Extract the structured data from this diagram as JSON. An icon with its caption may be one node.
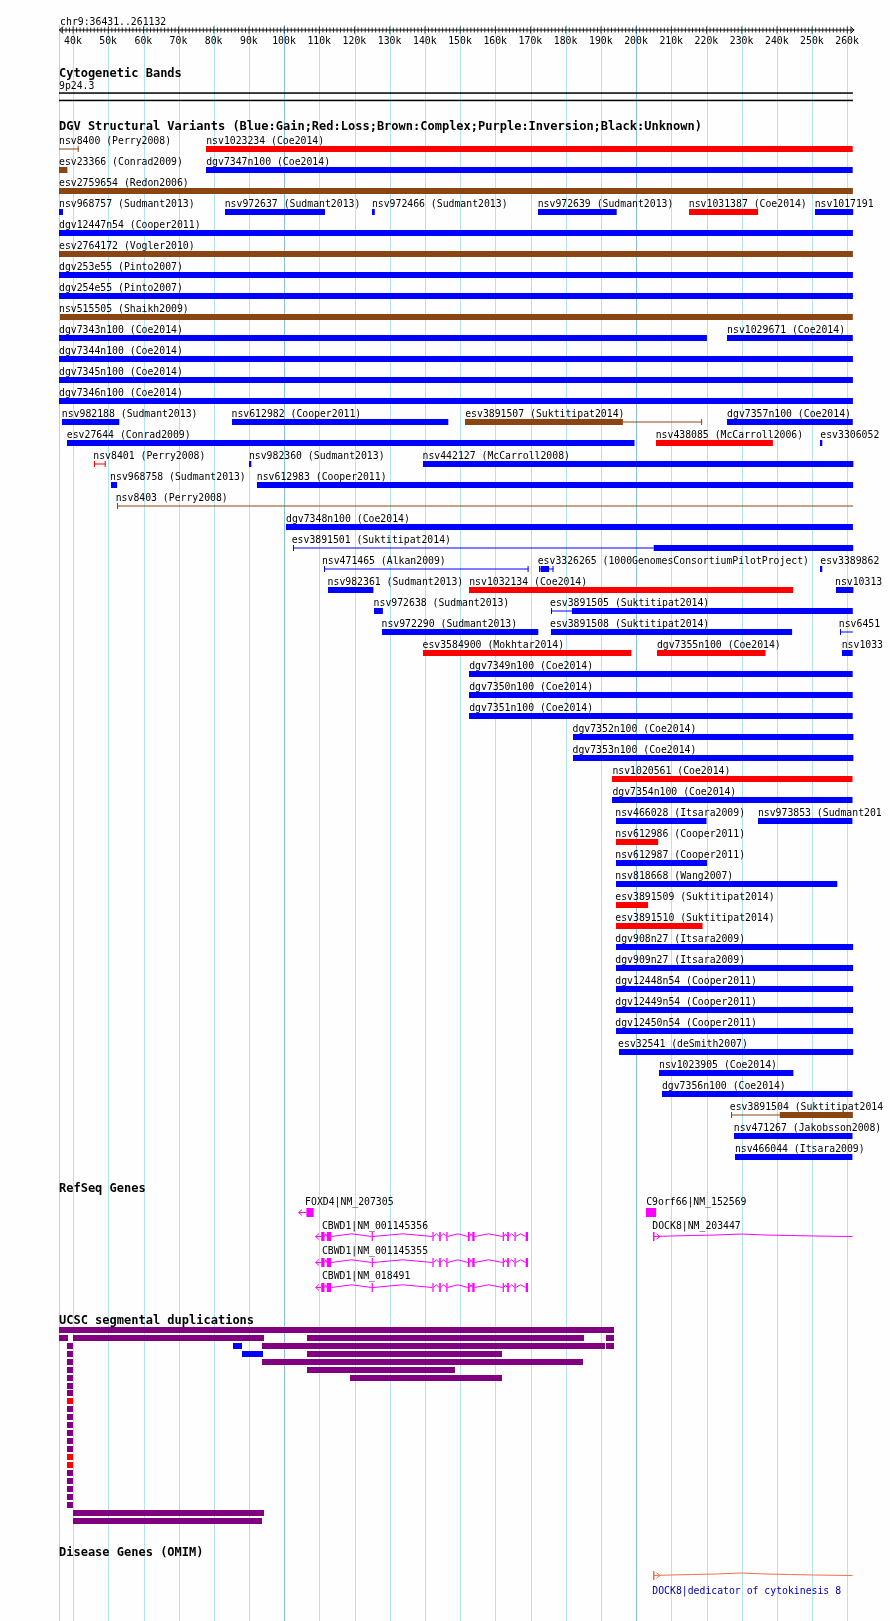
{
  "diagram": {
    "nodes": [
      {
        "text": [
          "9p24.3"
        ]
      },
      {
        "text": [
          "nsv8400 (Perry2008)"
        ]
      },
      {
        "text": [
          "nsv1023234 (Coe2014)"
        ]
      },
      {
        "text": [
          "esv23366 (Conrad2009)"
        ]
      },
      {
        "text": [
          "dgv7347n100 (Coe2014)"
        ]
      },
      {
        "text": [
          "esv2759654 (Redon2006)"
        ]
      },
      {
        "text": [
          "nsv968757 (Sudmant2013)"
        ]
      },
      {
        "text": [
          "nsv972637 (Sudmant2013)"
        ]
      },
      {
        "text": [
          "nsv972466 (Sudmant2013)"
        ]
      },
      {
        "text": [
          "nsv972639 (Sudmant2013)"
        ]
      },
      {
        "text": [
          "nsv1031387 (Coe2014)"
        ]
      },
      {
        "text": [
          "nsv1017191"
        ]
      },
      {
        "text": [
          "dgv12447n54 (Cooper2011)"
        ]
      },
      {
        "text": [
          "esv2764172 (Vogler2010)"
        ]
      },
      {
        "text": [
          "dgv253e55 (Pinto2007)"
        ]
      },
      {
        "text": [
          "dgv254e55 (Pinto2007)"
        ]
      },
      {
        "text": [
          "nsv515505 (Shaikh2009)"
        ]
      },
      {
        "text": [
          "dgv7343n100 (Coe2014)"
        ]
      },
      {
        "text": [
          "nsv1029671 (Coe2014)"
        ]
      },
      {
        "text": [
          "dgv7344n100 (Coe2014)"
        ]
      },
      {
        "text": [
          "dgv7345n100 (Coe2014)"
        ]
      },
      {
        "text": [
          "dgv7346n100 (Coe2014)"
        ]
      },
      {
        "text": [
          "nsv982188 (Sudmant2013)"
        ]
      },
      {
        "text": [
          "nsv612982 (Cooper2011)"
        ]
      },
      {
        "text": [
          "esv3891507 (Suktitipat2014)"
        ]
      },
      {
        "text": [
          "dgv7357n100 (Coe2014)"
        ]
      },
      {
        "text": [
          "esv27644 (Conrad2009)"
        ]
      },
      {
        "text": [
          "nsv438085 (McCarroll2006)"
        ]
      },
      {
        "text": [
          "esv3306052"
        ]
      },
      {
        "text": [
          "nsv8401 (Perry2008)"
        ]
      },
      {
        "text": [
          "nsv982360 (Sudmant2013)"
        ]
      },
      {
        "text": [
          "nsv442127 (McCarroll2008)"
        ]
      },
      {
        "text": [
          "nsv968758 (Sudmant2013)"
        ]
      },
      {
        "text": [
          "nsv612983 (Cooper2011)"
        ]
      },
      {
        "text": [
          "nsv8403 (Perry2008)"
        ]
      },
      {
        "text": [
          "dgv7348n100 (Coe2014)"
        ]
      },
      {
        "text": [
          "esv3891501 (Suktitipat2014)"
        ]
      },
      {
        "text": [
          "nsv471465 (Alkan2009)"
        ]
      },
      {
        "text": [
          "esv3326265 (1000GenomesConsortiumPilotProject)"
        ]
      },
      {
        "text": [
          "esv3389862"
        ]
      },
      {
        "text": [
          "nsv982361 (Sudmant2013)"
        ]
      },
      {
        "text": [
          "nsv1032134 (Coe2014)"
        ]
      },
      {
        "text": [
          "nsv10313"
        ]
      },
      {
        "text": [
          "nsv972638 (Sudmant2013)"
        ]
      },
      {
        "text": [
          "esv3891505 (Suktitipat2014)"
        ]
      },
      {
        "text": [
          "nsv972290 (Sudmant2013)"
        ]
      },
      {
        "text": [
          "esv3891508 (Suktitipat2014)"
        ]
      },
      {
        "text": [
          "nsv6451"
        ]
      },
      {
        "text": [
          "esv3584900 (Mokhtar2014)"
        ]
      },
      {
        "text": [
          "dgv7355n100 (Coe2014)"
        ]
      },
      {
        "text": [
          "nsv1033"
        ]
      },
      {
        "text": [
          "dgv7349n100 (Coe2014)"
        ]
      },
      {
        "text": [
          "dgv7350n100 (Coe2014)"
        ]
      },
      {
        "text": [
          "dgv7351n100 (Coe2014)"
        ]
      },
      {
        "text": [
          "dgv7352n100 (Coe2014)"
        ]
      },
      {
        "text": [
          "dgv7353n100 (Coe2014)"
        ]
      },
      {
        "text": [
          "nsv1020561 (Coe2014)"
        ]
      },
      {
        "text": [
          "dgv7354n100 (Coe2014)"
        ]
      },
      {
        "text": [
          "nsv466028 (Itsara2009)"
        ]
      },
      {
        "text": [
          "nsv973853 (Sudmant201"
        ]
      },
      {
        "text": [
          "nsv612986 (Cooper2011)"
        ]
      },
      {
        "text": [
          "nsv612987 (Cooper2011)"
        ]
      },
      {
        "text": [
          "nsv818668 (Wang2007)"
        ]
      },
      {
        "text": [
          "esv3891509 (Suktitipat2014)"
        ]
      },
      {
        "text": [
          "esv3891510 (Suktitipat2014)"
        ]
      },
      {
        "text": [
          "dgv908n27 (Itsara2009)"
        ]
      },
      {
        "text": [
          "dgv909n27 (Itsara2009)"
        ]
      },
      {
        "text": [
          "dgv12448n54 (Cooper2011)"
        ]
      },
      {
        "text": [
          "dgv12449n54 (Cooper2011)"
        ]
      },
      {
        "text": [
          "dgv12450n54 (Cooper2011)"
        ]
      },
      {
        "text": [
          "esv32541 (deSmith2007)"
        ]
      },
      {
        "text": [
          "nsv1023905 (Coe2014)"
        ]
      },
      {
        "text": [
          "dgv7356n100 (Coe2014)"
        ]
      },
      {
        "text": [
          "esv3891504 (Suktitipat2014"
        ]
      },
      {
        "text": [
          "nsv471267 (Jakobsson2008)"
        ]
      },
      {
        "text": [
          "nsv466044 (Itsara2009)"
        ]
      },
      {
        "text": [
          "FOXD4|NM_207305"
        ]
      },
      {
        "text": [
          "C9orf66|NM_152569"
        ]
      },
      {
        "text": [
          "CBWD1|NM_001145356"
        ]
      },
      {
        "text": [
          "DOCK8|NM_203447"
        ]
      },
      {
        "text": [
          "CBWD1|NM_001145355"
        ]
      },
      {
        "text": [
          "CBWD1|NM_018491"
        ]
      },
      {
        "text": [],
        "shape": "bar"
      },
      {
        "text": [],
        "shape": "bar"
      },
      {
        "text": [],
        "shape": "bar"
      },
      {
        "text": [],
        "shape": "bar"
      },
      {
        "text": [],
        "shape": "bar"
      },
      {
        "text": [],
        "shape": "bar"
      },
      {
        "text": [],
        "shape": "bar"
      },
      {
        "text": [],
        "shape": "bar"
      },
      {
        "text": [],
        "shape": "bar"
      },
      {
        "text": [],
        "shape": "bar"
      },
      {
        "text": [],
        "shape": "bar"
      },
      {
        "text": [],
        "shape": "bar"
      },
      {
        "text": [],
        "shape": "bar"
      },
      {
        "text": [],
        "shape": "bar"
      },
      {
        "text": [],
        "shape": "bar"
      },
      {
        "text": [],
        "shape": "bar"
      },
      {
        "text": [],
        "shape": "bar"
      },
      {
        "text": [],
        "shape": "bar"
      },
      {
        "text": [],
        "shape": "bar"
      },
      {
        "text": [],
        "shape": "bar"
      },
      {
        "text": [],
        "shape": "bar"
      },
      {
        "text": [],
        "shape": "bar"
      },
      {
        "text": [],
        "shape": "bar"
      },
      {
        "text": [],
        "shape": "bar"
      },
      {
        "text": [],
        "shape": "bar"
      },
      {
        "text": [],
        "shape": "bar"
      },
      {
        "text": [],
        "shape": "bar"
      },
      {
        "text": [],
        "shape": "bar"
      },
      {
        "text": [],
        "shape": "bar"
      },
      {
        "text": [],
        "shape": "bar"
      },
      {
        "text": [],
        "shape": "bar"
      },
      {
        "text": [],
        "shape": "bar"
      },
      {
        "text": [],
        "shape": "bar"
      },
      {
        "text": [],
        "shape": "bar"
      },
      {
        "text": [],
        "shape": "bar"
      },
      {
        "text": [],
        "shape": "bar"
      },
      {
        "text": [
          "DOCK8|dedicator of cytokinesis 8"
        ]
      }
    ],
    "labels": [
      "chr9:36431..261132",
      "40k",
      "50k",
      "60k",
      "70k",
      "80k",
      "90k",
      "100k",
      "110k",
      "120k",
      "130k",
      "140k",
      "150k",
      "160k",
      "170k",
      "180k",
      "190k",
      "200k",
      "210k",
      "220k",
      "230k",
      "240k",
      "250k",
      "260k",
      "Cytogenetic Bands",
      "DGV Structural Variants (Blue:Gain;Red:Loss;Brown:Complex;Purple:Inversion;Black:Unknown)",
      "RefSeq Genes",
      "UCSC segmental duplications",
      "Disease Genes (OMIM)"
    ]
  }
}
